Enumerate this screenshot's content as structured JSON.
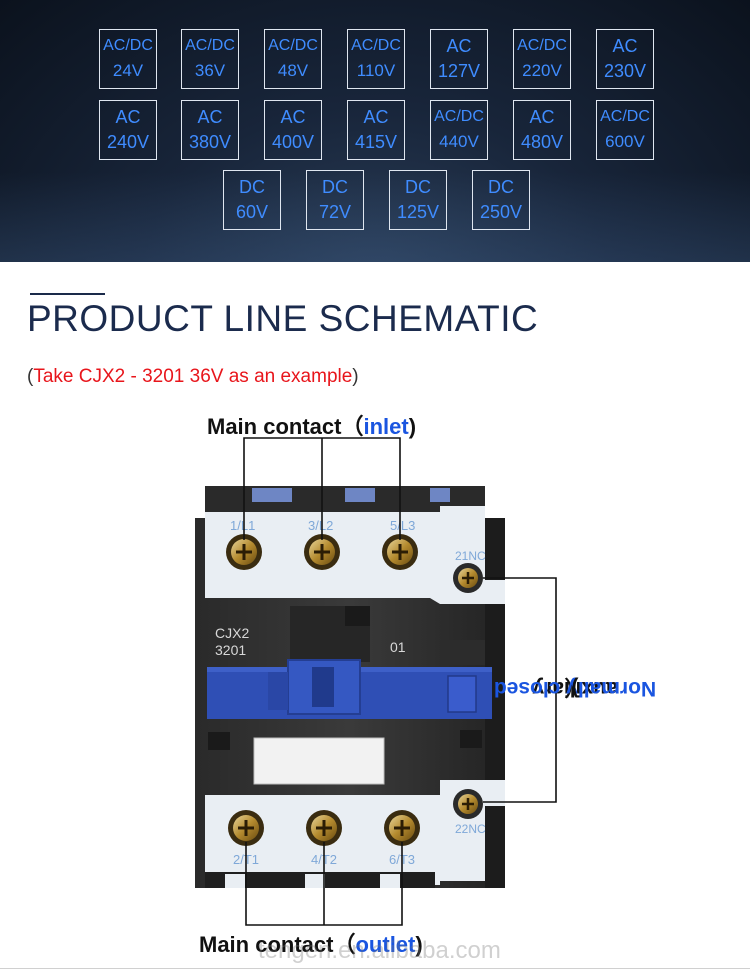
{
  "voltages": [
    {
      "l1": "AC/DC",
      "l2": "24V"
    },
    {
      "l1": "AC/DC",
      "l2": "36V"
    },
    {
      "l1": "AC/DC",
      "l2": "48V"
    },
    {
      "l1": "AC/DC",
      "l2": "110V"
    },
    {
      "l1": "AC",
      "l2": "127V"
    },
    {
      "l1": "AC/DC",
      "l2": "220V"
    },
    {
      "l1": "AC",
      "l2": "230V"
    },
    {
      "l1": "AC",
      "l2": "240V"
    },
    {
      "l1": "AC",
      "l2": "380V"
    },
    {
      "l1": "AC",
      "l2": "400V"
    },
    {
      "l1": "AC",
      "l2": "415V"
    },
    {
      "l1": "AC/DC",
      "l2": "440V"
    },
    {
      "l1": "AC",
      "l2": "480V"
    },
    {
      "l1": "AC/DC",
      "l2": "600V"
    },
    {
      "l1": "DC",
      "l2": "60V"
    },
    {
      "l1": "DC",
      "l2": "72V"
    },
    {
      "l1": "DC",
      "l2": "125V"
    },
    {
      "l1": "DC",
      "l2": "250V"
    }
  ],
  "section_title": "PRODUCT LINE SCHEMATIC",
  "example": {
    "open": "(",
    "text": "Take CJX2 - 3201 36V as an example",
    "close": ")"
  },
  "inlet_label": {
    "main": "Main contact",
    "open": "（",
    "blue": "inlet",
    "close": ")"
  },
  "outlet_label": {
    "main": "Main contact",
    "open": "（",
    "blue": "outlet",
    "close": ")"
  },
  "aux_label": {
    "main": "auxiliary",
    "open": "（",
    "blue": "Normally closed",
    "close": ")"
  },
  "device": {
    "model_line1": "CJX2",
    "model_line2": "3201",
    "aux_code": "01",
    "top_terminals": [
      "1/L1",
      "3/L2",
      "5/L3"
    ],
    "bottom_terminals": [
      "2/T1",
      "4/T2",
      "6/T3"
    ],
    "aux_top": "21NC",
    "aux_bottom": "22NC"
  },
  "watermark": "tengen.en.alibaba.com",
  "colors": {
    "accent_blue": "#1a55e0",
    "voltage_text": "#3f8cff",
    "example_red": "#e8151b",
    "title_navy": "#1b2b4d",
    "slider_blue": "#2f4fb5"
  }
}
